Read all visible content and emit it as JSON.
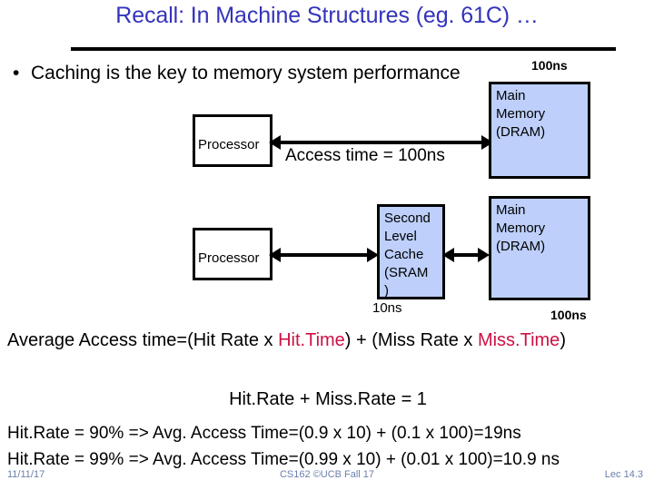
{
  "slide": {
    "title": "Recall: In Machine Structures (eg. 61C) …",
    "bullet_marker": "•",
    "bullet_text": "Caching is the key to memory system performance"
  },
  "diagram_top": {
    "processor_label": "Processor",
    "memory_label": "Main Memory (DRAM)",
    "memory_line_1": "Main",
    "memory_line_2": "Memory",
    "memory_line_3": "(DRAM)",
    "access_time_label": "Access time = 100ns",
    "memory_latency": "100ns"
  },
  "diagram_bottom": {
    "processor_label": "Processor",
    "cache_line_1": "Second",
    "cache_line_2": "Level",
    "cache_line_3": "Cache",
    "cache_line_4": "(SRAM",
    "cache_line_5": ")",
    "cache_latency": "10ns",
    "memory_line_1": "Main",
    "memory_line_2": "Memory",
    "memory_line_3": "(DRAM)",
    "memory_latency": "100ns"
  },
  "formulas": {
    "avg_prefix": "Average Access time=(Hit Rate x ",
    "avg_hit_time": "Hit.Time",
    "avg_middle": ") + (Miss Rate x ",
    "avg_miss_time": "Miss.Time",
    "avg_suffix": ")",
    "rate_sum": "Hit.Rate + Miss.Rate = 1",
    "example_90": "Hit.Rate = 90% => Avg. Access Time=(0.9 x 10) + (0.1 x 100)=19ns",
    "example_99": "Hit.Rate = 99% => Avg. Access Time=(0.99 x 10) + (0.01 x 100)=10.9 ns"
  },
  "footer": {
    "date": "11/11/17",
    "course": "CS162 ©UCB Fall 17",
    "lecture": "Lec 14.3"
  },
  "colors": {
    "title_blue": "#3333bb",
    "box_blue": "#bdcffa",
    "accent_red": "#cc1144",
    "footer_gray_blue": "#6b7fae"
  }
}
